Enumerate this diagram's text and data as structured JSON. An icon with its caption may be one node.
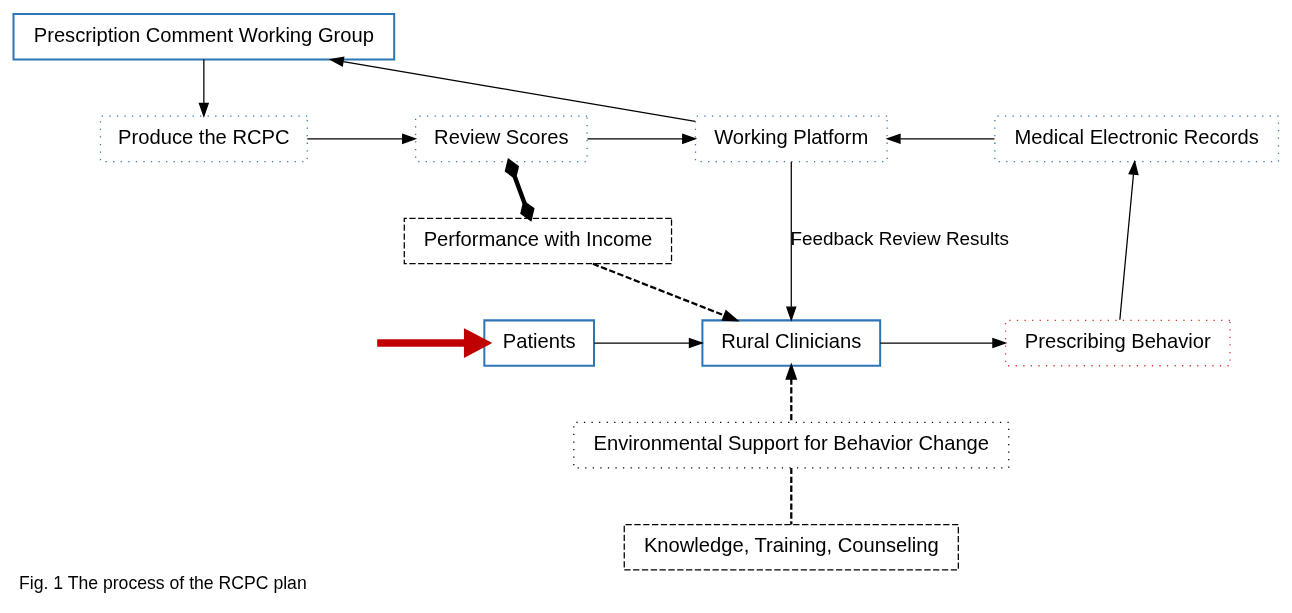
{
  "diagram": {
    "caption": "Fig. 1 The process of the RCPC plan",
    "nodes": [
      {
        "text": [
          "Prescription Comment Working Group"
        ]
      },
      {
        "text": [
          "Produce the RCPC"
        ]
      },
      {
        "text": [
          "Review Scores"
        ]
      },
      {
        "text": [
          "Working Platform"
        ]
      },
      {
        "text": [
          "Medical Electronic Records"
        ]
      },
      {
        "text": [
          "Performance with Income"
        ]
      },
      {
        "text": [
          "Patients"
        ]
      },
      {
        "text": [
          "Rural Clinicians"
        ]
      },
      {
        "text": [
          "Prescribing Behavior"
        ]
      },
      {
        "text": [
          "Environmental Support for Behavior Change"
        ]
      },
      {
        "text": [
          "Knowledge, Training, Counseling"
        ]
      }
    ],
    "edges": [
      {
        "from": 3,
        "to": 0,
        "arrow": "to"
      },
      {
        "from": 0,
        "to": 1,
        "arrow": "to"
      },
      {
        "from": 1,
        "to": 2,
        "arrow": "to"
      },
      {
        "from": 2,
        "to": 3,
        "arrow": "to"
      },
      {
        "from": 4,
        "to": 3,
        "arrow": "to"
      },
      {
        "from": 2,
        "to": 5,
        "arrow": "other",
        "style": "thick"
      },
      {
        "from": 5,
        "to": 7,
        "arrow": "to",
        "style": "dashed"
      },
      {
        "from": 3,
        "to": 7,
        "arrow": "to",
        "label": "Feedback Review Results"
      },
      {
        "from": 6,
        "to": 7,
        "arrow": "to"
      },
      {
        "from": 7,
        "to": 8,
        "arrow": "to"
      },
      {
        "from": 8,
        "to": 4,
        "arrow": "to"
      },
      {
        "from": 9,
        "to": 7,
        "arrow": "to",
        "style": "dashed"
      },
      {
        "from": 10,
        "to": 9,
        "arrow": "none",
        "style": "dashed"
      },
      {
        "from": null,
        "to": 6,
        "arrow": "to",
        "style": "thick",
        "color": "#c00000"
      }
    ]
  }
}
